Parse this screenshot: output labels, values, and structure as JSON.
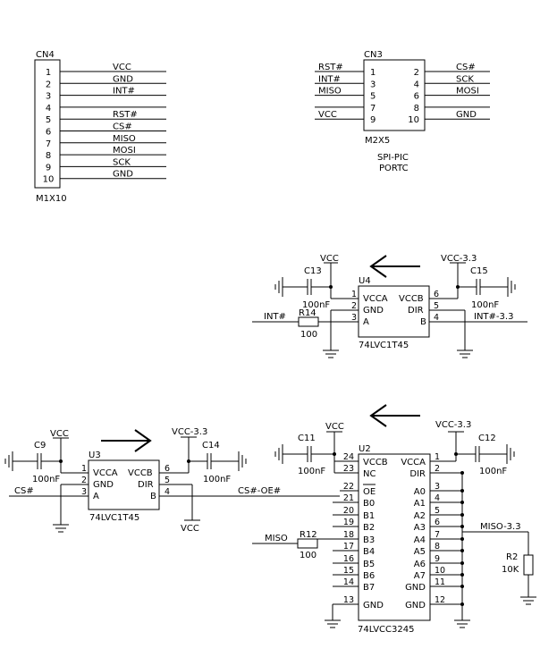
{
  "cn4": {
    "ref": "CN4",
    "value": "M1X10",
    "pins": [
      {
        "num": "1",
        "net": "VCC"
      },
      {
        "num": "2",
        "net": "GND"
      },
      {
        "num": "3",
        "net": "INT#"
      },
      {
        "num": "4",
        "net": ""
      },
      {
        "num": "5",
        "net": "RST#"
      },
      {
        "num": "6",
        "net": "CS#"
      },
      {
        "num": "7",
        "net": "MISO"
      },
      {
        "num": "8",
        "net": "MOSI"
      },
      {
        "num": "9",
        "net": "SCK"
      },
      {
        "num": "10",
        "net": "GND"
      }
    ]
  },
  "cn3": {
    "ref": "CN3",
    "value": "M2X5",
    "caption1": "SPI-PIC",
    "caption2": "PORTC",
    "left_pins": [
      {
        "num": "1",
        "net": "RST#"
      },
      {
        "num": "3",
        "net": "INT#"
      },
      {
        "num": "5",
        "net": "MISO"
      },
      {
        "num": "7",
        "net": ""
      },
      {
        "num": "9",
        "net": "VCC"
      }
    ],
    "right_pins": [
      {
        "num": "2",
        "net": "CS#"
      },
      {
        "num": "4",
        "net": "SCK"
      },
      {
        "num": "6",
        "net": "MOSI"
      },
      {
        "num": "8",
        "net": ""
      },
      {
        "num": "10",
        "net": "GND"
      }
    ]
  },
  "u4": {
    "ref": "U4",
    "value": "74LVC1T45",
    "pins": {
      "p1": "1",
      "p2": "2",
      "p3": "3",
      "p4": "4",
      "p5": "5",
      "p6": "6"
    },
    "names": {
      "vcca": "VCCA",
      "vccb": "VCCB",
      "gnd": "GND",
      "dir": "DIR",
      "a": "A",
      "b": "B"
    },
    "c_left": {
      "ref": "C13",
      "val": "100nF"
    },
    "c_right": {
      "ref": "C15",
      "val": "100nF"
    },
    "res": {
      "ref": "R14",
      "val": "100"
    },
    "net_vcc": "VCC",
    "net_vcc33": "VCC-3.3",
    "net_in": "INT#",
    "net_out": "INT#-3.3"
  },
  "u3": {
    "ref": "U3",
    "value": "74LVC1T45",
    "pins": {
      "p1": "1",
      "p2": "2",
      "p3": "3",
      "p4": "4",
      "p5": "5",
      "p6": "6"
    },
    "names": {
      "vcca": "VCCA",
      "vccb": "VCCB",
      "gnd": "GND",
      "dir": "DIR",
      "a": "A",
      "b": "B"
    },
    "c_left": {
      "ref": "C9",
      "val": "100nF"
    },
    "c_right": {
      "ref": "C14",
      "val": "100nF"
    },
    "net_vcc": "VCC",
    "net_vcc33": "VCC-3.3",
    "net_dir": "VCC",
    "net_in": "CS#",
    "net_out": "CS#-OE#"
  },
  "u2": {
    "ref": "U2",
    "value": "74LVCC3245",
    "c_left": {
      "ref": "C11",
      "val": "100nF"
    },
    "c_right": {
      "ref": "C12",
      "val": "100nF"
    },
    "net_vcc": "VCC",
    "net_vcc33": "VCC-3.3",
    "net_oe": "CS#-OE#",
    "net_miso": "MISO",
    "net_miso33": "MISO-3.3",
    "res": {
      "ref": "R12",
      "val": "100"
    },
    "pullup": {
      "ref": "R2",
      "val": "10K"
    },
    "left_pins": [
      {
        "num": "24",
        "name": "VCCB"
      },
      {
        "num": "23",
        "name": "NC"
      },
      {
        "num": "22",
        "name": "OE"
      },
      {
        "num": "21",
        "name": "B0"
      },
      {
        "num": "20",
        "name": "B1"
      },
      {
        "num": "19",
        "name": "B2"
      },
      {
        "num": "18",
        "name": "B3"
      },
      {
        "num": "17",
        "name": "B4"
      },
      {
        "num": "16",
        "name": "B5"
      },
      {
        "num": "15",
        "name": "B6"
      },
      {
        "num": "14",
        "name": "B7"
      },
      {
        "num": "13",
        "name": "GND"
      }
    ],
    "right_pins": [
      {
        "num": "1",
        "name": "VCCA"
      },
      {
        "num": "2",
        "name": "DIR"
      },
      {
        "num": "3",
        "name": "A0"
      },
      {
        "num": "4",
        "name": "A1"
      },
      {
        "num": "5",
        "name": "A2"
      },
      {
        "num": "6",
        "name": "A3"
      },
      {
        "num": "7",
        "name": "A4"
      },
      {
        "num": "8",
        "name": "A5"
      },
      {
        "num": "9",
        "name": "A6"
      },
      {
        "num": "10",
        "name": "A7"
      },
      {
        "num": "11",
        "name": "GND"
      },
      {
        "num": "12",
        "name": "GND"
      }
    ]
  }
}
